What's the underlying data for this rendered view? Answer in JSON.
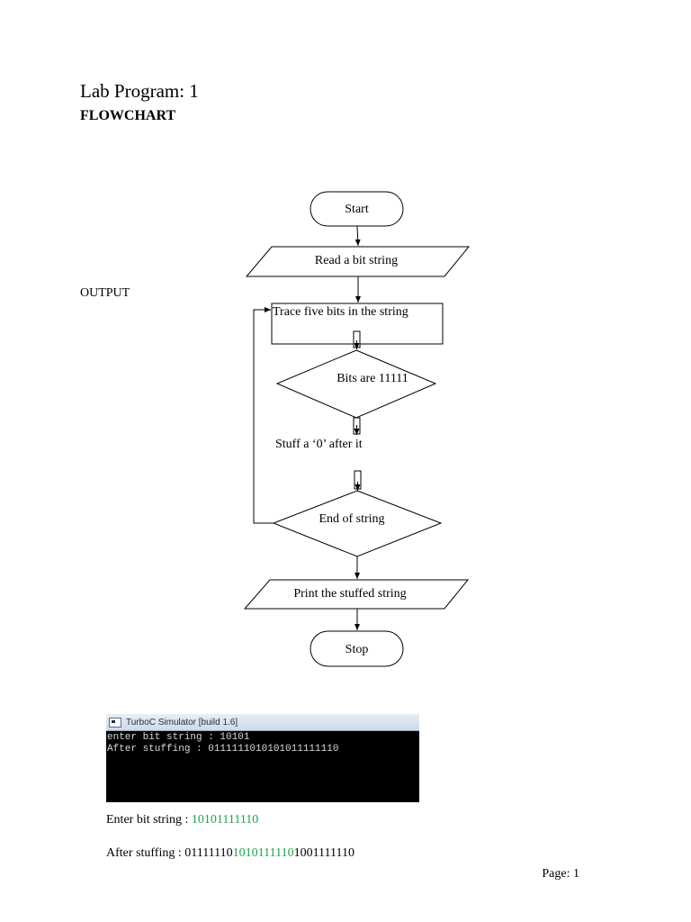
{
  "document": {
    "heading": "Lab Program: 1",
    "subheading": "FLOWCHART",
    "output_label": "OUTPUT",
    "page_number": "Page: 1"
  },
  "flowchart": {
    "start": "Start",
    "read": "Read a bit string",
    "trace": "Trace five bits in the string",
    "decision_bits": "Bits are 11111",
    "stuff": "Stuff a ‘0’ after it",
    "decision_end": "End of string",
    "print": "Print the stuffed string",
    "stop": "Stop"
  },
  "console": {
    "title": "TurboC Simulator [build 1.6]",
    "line1": "enter bit string : 10101",
    "line2": "After stuffing : 0111111010101011111110"
  },
  "results": {
    "enter_label": "Enter bit string : ",
    "enter_value": "10101111110",
    "after_label": "After stuffing : ",
    "after_prefix": "01111110",
    "after_middle": "1010111110",
    "after_suffix": "1001111110"
  },
  "colors": {
    "highlight": "#1fa24a",
    "console_bg": "#000000"
  }
}
